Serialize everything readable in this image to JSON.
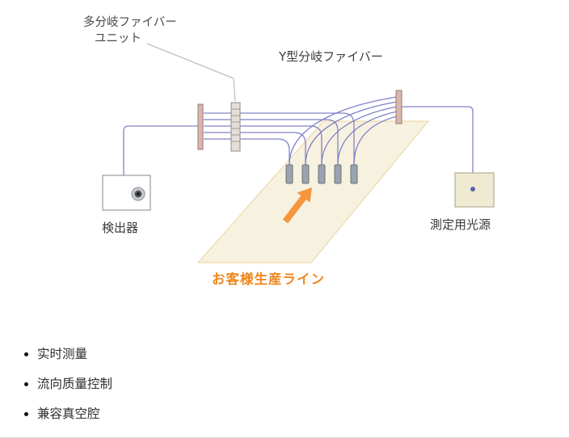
{
  "diagram": {
    "labels": {
      "multi_branch_unit": {
        "line1": "多分岐ファイバー",
        "line2": "ユニット"
      },
      "y_branch_fiber": "Y型分岐ファイバー",
      "detector": "検出器",
      "light_source": "測定用光源",
      "production_line": "お客様生産ライン"
    },
    "colors": {
      "fiber": "#8082c6",
      "band_fill": "#f7f1df",
      "band_edge": "#eed9ae",
      "arrow_orange": "#f5953e",
      "production_line_text": "#f0861c",
      "connector_fill": "#d8b7ae",
      "connector_edge": "#9c7a72",
      "sensor_gray": "#9aa3ad",
      "label_text": "#4a4a4a"
    }
  },
  "features": {
    "items": [
      "实时测量",
      "流向质量控制",
      "兼容真空腔"
    ]
  }
}
